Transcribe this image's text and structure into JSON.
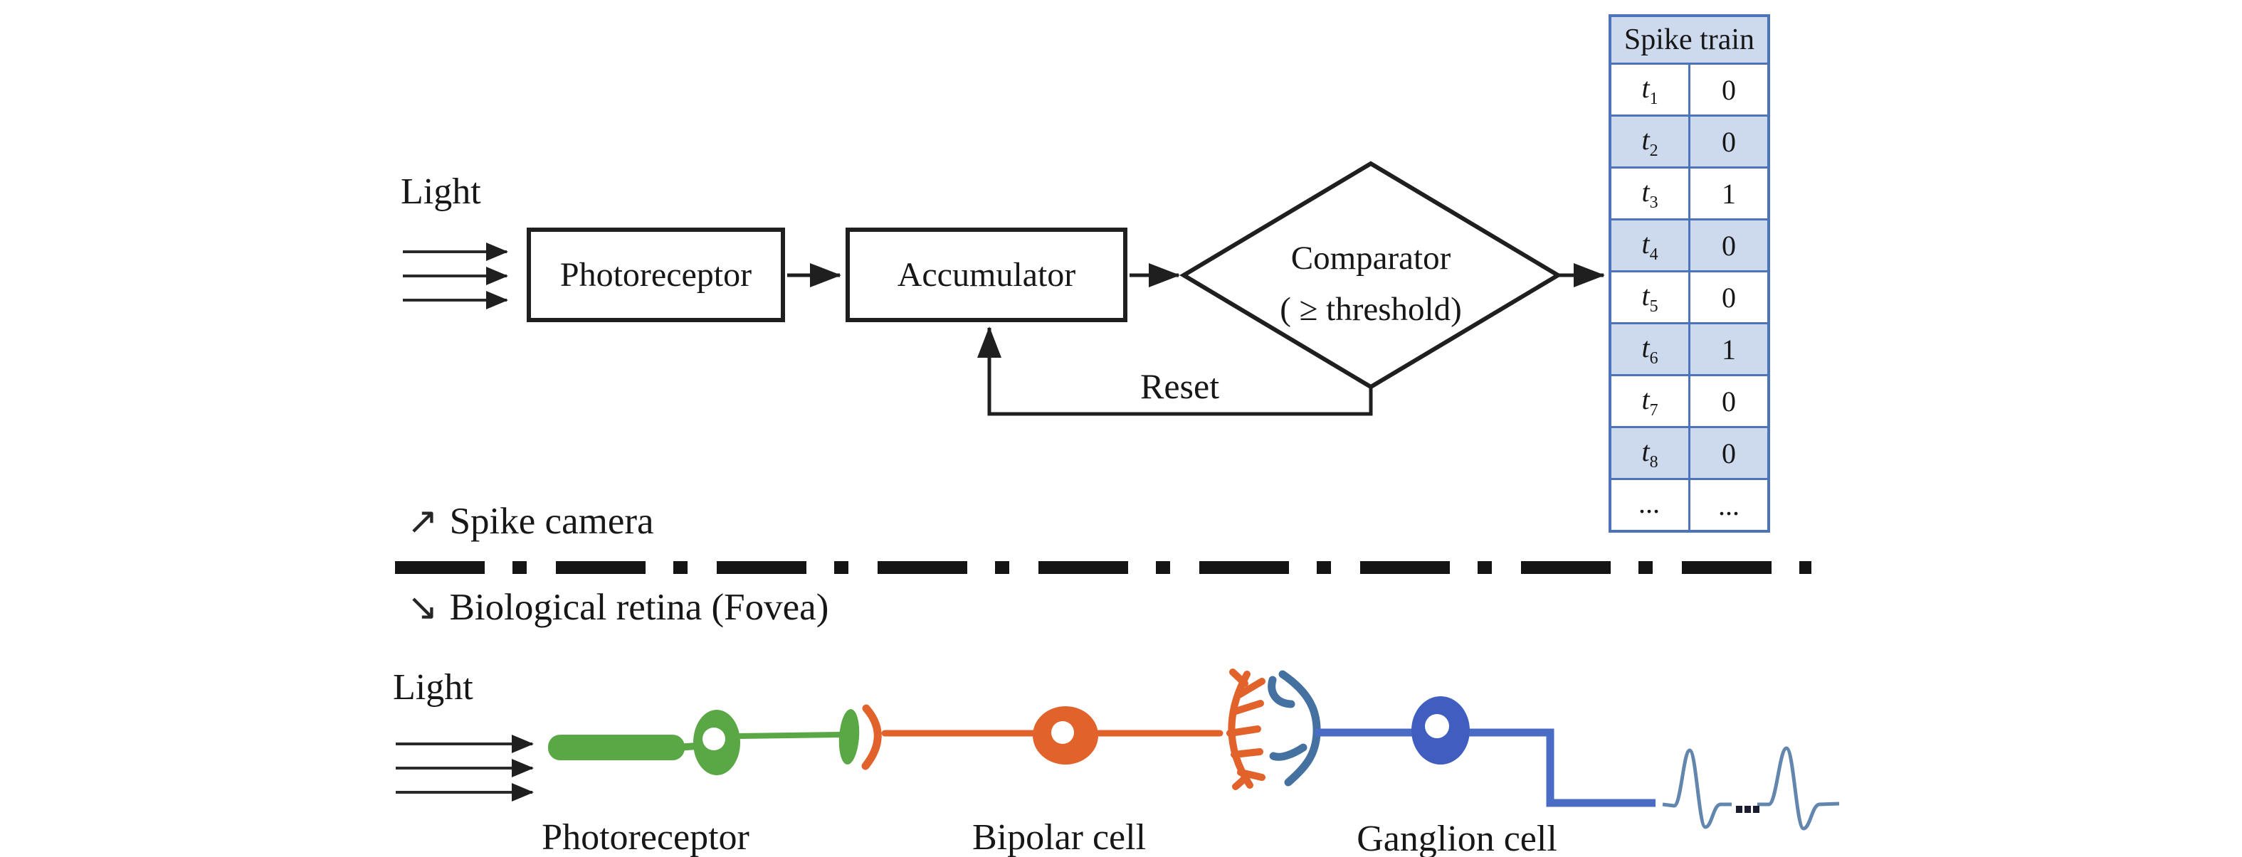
{
  "figure": {
    "top_pipeline": {
      "light_label": "Light",
      "photoreceptor_box": "Photoreceptor",
      "accumulator_box": "Accumulator",
      "comparator_line1": "Comparator",
      "comparator_line2": "( ≥ threshold)",
      "reset_label": "Reset"
    },
    "spike_table": {
      "header": "Spike train",
      "rows": [
        {
          "var": "t",
          "sub": "1",
          "value": "0"
        },
        {
          "var": "t",
          "sub": "2",
          "value": "0"
        },
        {
          "var": "t",
          "sub": "3",
          "value": "1"
        },
        {
          "var": "t",
          "sub": "4",
          "value": "0"
        },
        {
          "var": "t",
          "sub": "5",
          "value": "0"
        },
        {
          "var": "t",
          "sub": "6",
          "value": "1"
        },
        {
          "var": "t",
          "sub": "7",
          "value": "0"
        },
        {
          "var": "t",
          "sub": "8",
          "value": "0"
        },
        {
          "var": "...",
          "sub": "",
          "value": "..."
        }
      ]
    },
    "section_labels": {
      "spike_camera_arrow": "↗",
      "spike_camera": "Spike camera",
      "biological_retina_arrow": "↘",
      "biological_retina": "Biological retina (Fovea)"
    },
    "retina_pipeline": {
      "light_label": "Light",
      "photoreceptor_label": "Photoreceptor",
      "bipolar_label": "Bipolar cell",
      "ganglion_label": "Ganglion cell"
    },
    "colors": {
      "photoreceptor_green": "#5aa746",
      "bipolar_orange": "#e2622b",
      "ganglion_body_blue": "#3f5ec0",
      "dendrite_slate_blue": "#44719f",
      "axon_blue": "#4b6cc4",
      "waveform_blue": "#6286ad",
      "ellipsis_dots": "#1c1c30",
      "table_fill_blue": "#cdd9ec",
      "table_border_blue": "#4d74bb",
      "flow_line_black": "#1f1f1f"
    }
  }
}
